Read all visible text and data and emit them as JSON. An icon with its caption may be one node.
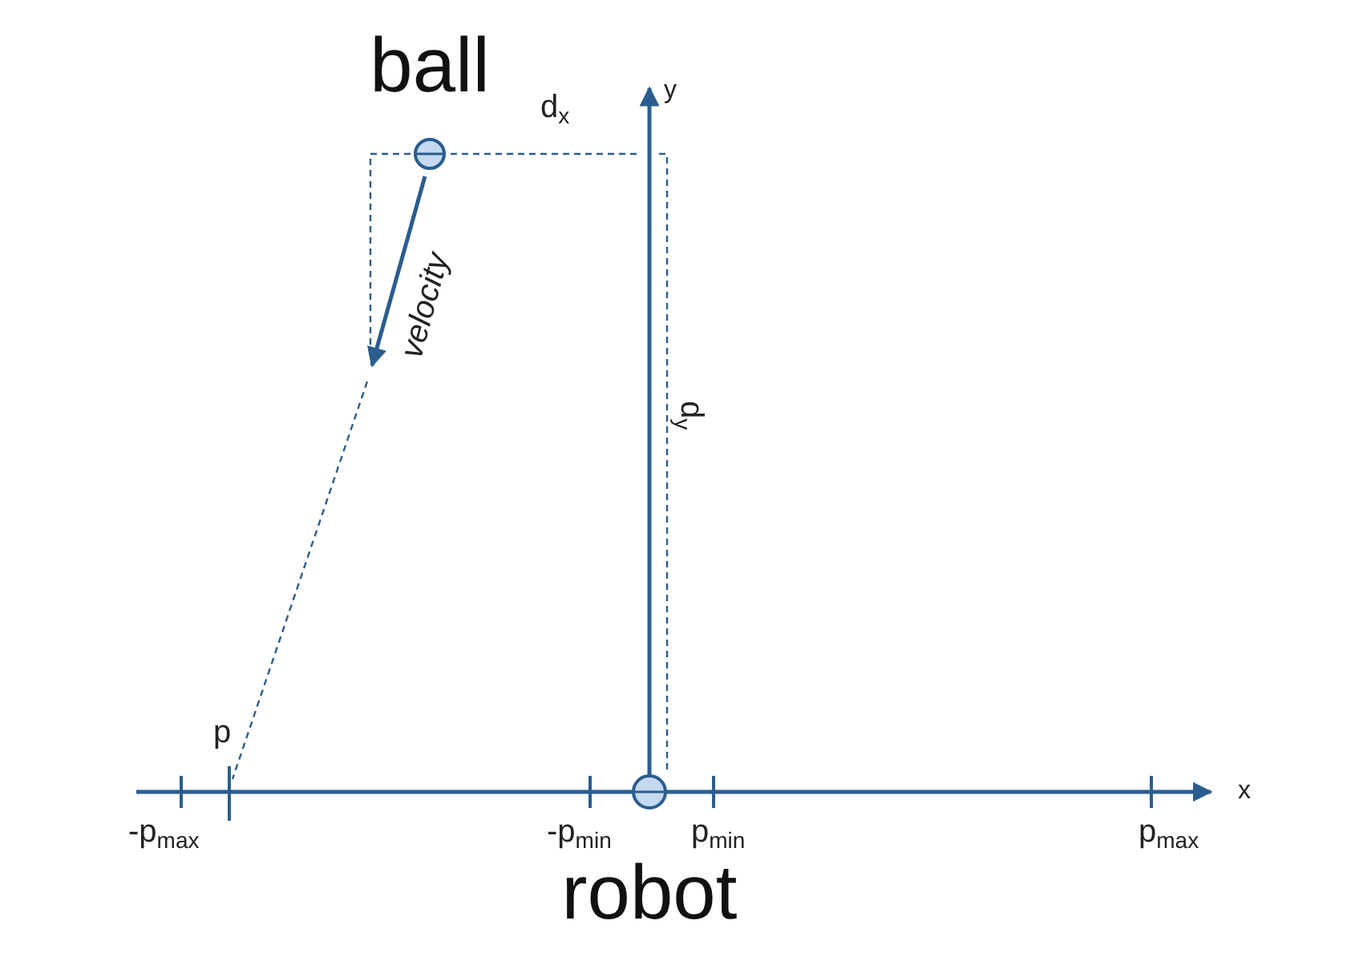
{
  "diagram": {
    "nodes": [
      {
        "text": [
          "ball"
        ]
      },
      {
        "text": [
          "robot"
        ]
      }
    ],
    "labels": [
      "y",
      "d$_{x}$",
      "velocity",
      "d$_{y}$",
      "p",
      "x",
      "-p$_{max}$",
      "-p$_{min}$",
      "p$_{min}$",
      "p$_{max}$"
    ]
  }
}
